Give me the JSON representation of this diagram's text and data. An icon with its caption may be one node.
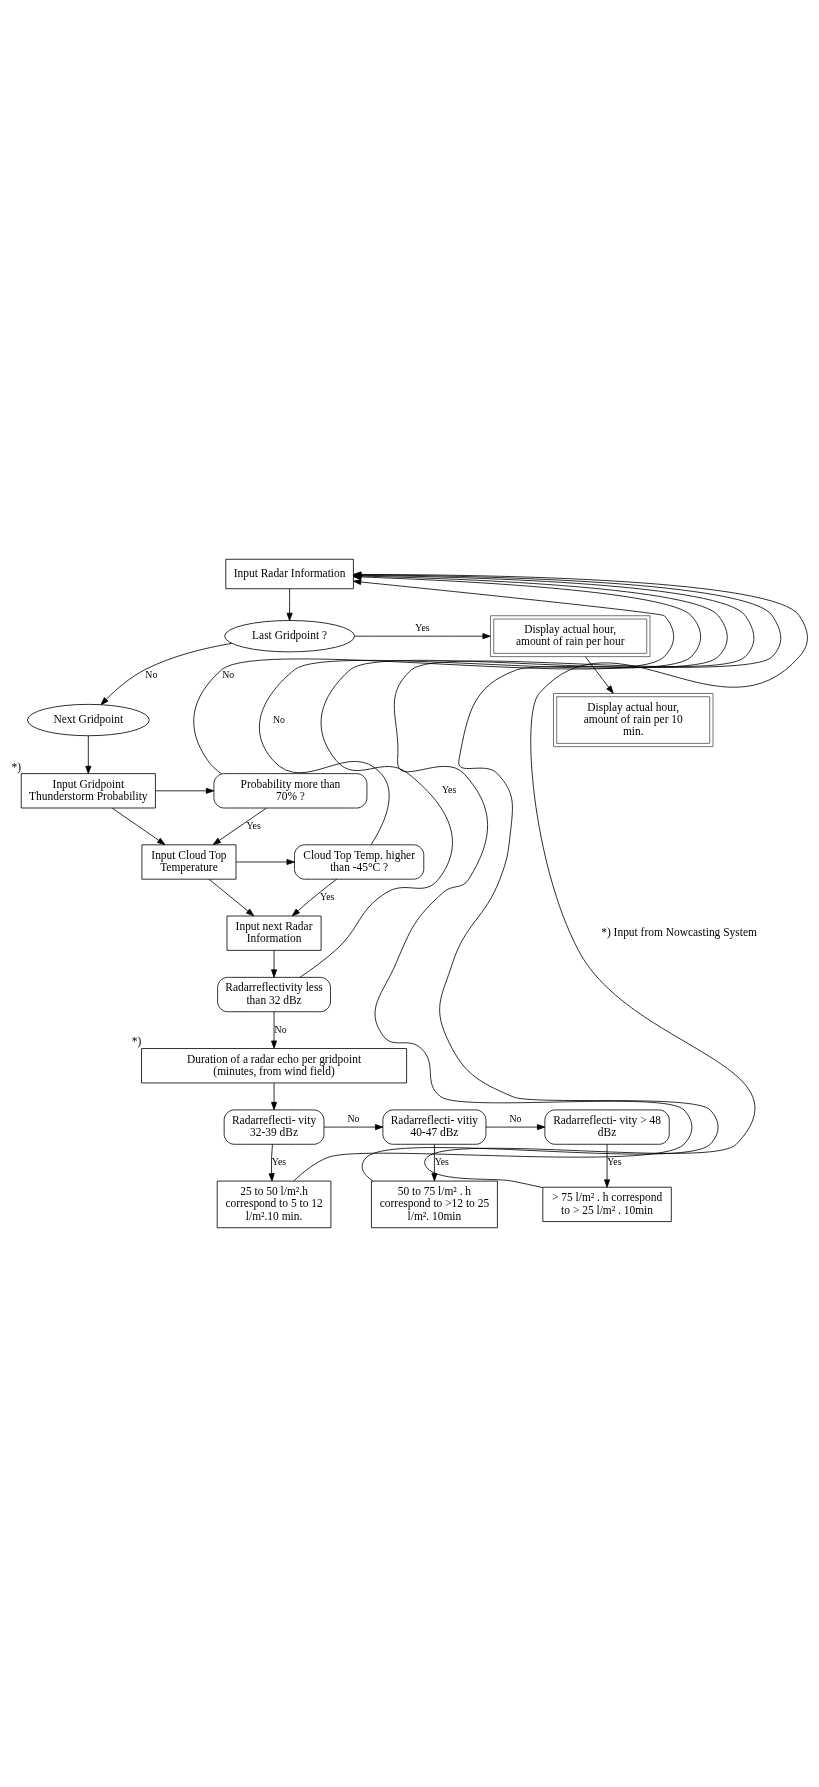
{
  "diagram": {
    "nodes": [
      {
        "text": [
          "Input Radar Information"
        ]
      },
      {
        "text": [
          "Last Gridpoint ?"
        ]
      },
      {
        "text": [
          "Display actual hour, amount of rain per hour"
        ]
      },
      {
        "text": [
          "Display actual hour, amount of rain per 10 min."
        ]
      },
      {
        "text": [
          "Next Gridpoint"
        ]
      },
      {
        "text": [
          "Input Gridpoint Thunderstorm Probability"
        ],
        "beside": [
          "*)"
        ]
      },
      {
        "text": [
          "Probability more than 70% ?"
        ]
      },
      {
        "text": [
          "Input Cloud Top Temperature"
        ]
      },
      {
        "text": [
          "Cloud Top Temp. higher than -45°C ?"
        ]
      },
      {
        "text": [
          "Input next Radar Information"
        ]
      },
      {
        "text": [
          "Radarreflectivity less than 32 dBz"
        ]
      },
      {
        "text": [
          "Duration of a radar echo per gridpoint",
          "(minutes, from wind field)"
        ],
        "beside": [
          "*)"
        ]
      },
      {
        "text": [
          "Radarreflecti- vity 32-39 dBz"
        ]
      },
      {
        "text": [
          "Radarreflecti- vitiy 40-47 dBz"
        ]
      },
      {
        "text": [
          "Radarreflecti- vity > 48 dBz"
        ]
      },
      {
        "text": [
          "25 to 50 l/m².h correspond to 5 to 12 l/m².10 min."
        ]
      },
      {
        "text": [
          "50 to 75 l/m² . h correspond to >12 to 25 l/m². 10min"
        ]
      },
      {
        "text": [
          "> 75 l/m² . h correspond to > 25 l/m² . 10min"
        ]
      }
    ],
    "edges": [
      {
        "from": 0,
        "to": 1,
        "arrow": "to"
      },
      {
        "from": 1,
        "to": 2,
        "arrow": "to",
        "label": "Yes"
      },
      {
        "from": 1,
        "to": 4,
        "arrow": "to",
        "label": "No"
      },
      {
        "from": 2,
        "to": 3,
        "arrow": "to"
      },
      {
        "from": 4,
        "to": 5,
        "arrow": "to"
      },
      {
        "from": 5,
        "to": 6,
        "arrow": "to"
      },
      {
        "from": 5,
        "to": 7,
        "arrow": "to"
      },
      {
        "from": 6,
        "to": 7,
        "arrow": "to",
        "label": "Yes"
      },
      {
        "from": 6,
        "to": 0,
        "arrow": "to",
        "label": "No"
      },
      {
        "from": 7,
        "to": 8,
        "arrow": "to"
      },
      {
        "from": 7,
        "to": 9,
        "arrow": "to"
      },
      {
        "from": 8,
        "to": 9,
        "arrow": "to",
        "label": "Yes"
      },
      {
        "from": 8,
        "to": 0,
        "arrow": "to",
        "label": "No"
      },
      {
        "from": 9,
        "to": 10,
        "arrow": "to"
      },
      {
        "from": 10,
        "to": 0,
        "arrow": "to",
        "label": "Yes"
      },
      {
        "from": 10,
        "to": 11,
        "arrow": "to",
        "label": "No"
      },
      {
        "from": 11,
        "to": 12,
        "arrow": "to"
      },
      {
        "from": 12,
        "to": 13,
        "arrow": "to",
        "label": "No"
      },
      {
        "from": 13,
        "to": 14,
        "arrow": "to",
        "label": "No"
      },
      {
        "from": 12,
        "to": 15,
        "arrow": "to",
        "label": "Yes"
      },
      {
        "from": 13,
        "to": 16,
        "arrow": "to",
        "label": "Yes"
      },
      {
        "from": 14,
        "to": 17,
        "arrow": "to",
        "label": "Yes"
      },
      {
        "from": 15,
        "to": 0,
        "arrow": "to"
      },
      {
        "from": 16,
        "to": 0,
        "arrow": "to"
      },
      {
        "from": 17,
        "to": 0,
        "arrow": "to"
      }
    ],
    "labels": [
      "*) Input from Nowcasting System"
    ]
  }
}
